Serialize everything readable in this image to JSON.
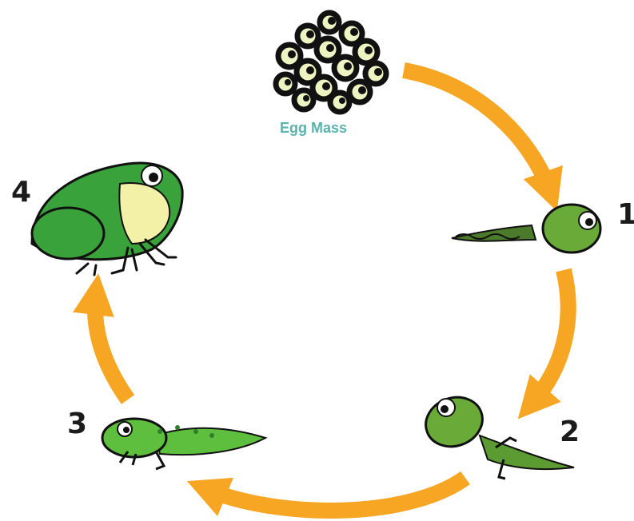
{
  "diagram": {
    "egg_caption": "Egg Mass",
    "stage_numbers": [
      "1",
      "2",
      "3",
      "4"
    ]
  },
  "colors": {
    "arrow": "#f6a623",
    "frog_green": "#3aa23a",
    "frog_light": "#5dbf3d",
    "belly": "#f3f0a8",
    "egg_fill": "#eef3c2",
    "outline": "#111111",
    "caption": "#5ab3ad"
  },
  "icons": [
    "egg-mass-icon",
    "tadpole-icon",
    "tadpole-with-legs-icon",
    "froglet-icon",
    "adult-frog-icon",
    "cycle-arrow-icon"
  ]
}
